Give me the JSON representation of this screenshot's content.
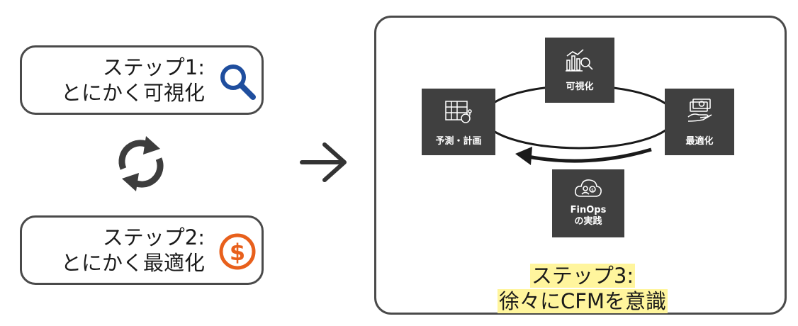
{
  "step1": {
    "line1": "ステップ1:",
    "line2": "とにかく可視化",
    "icon": "magnifier-icon",
    "color": "#1f4e9e"
  },
  "step2": {
    "line1": "ステップ2:",
    "line2": "とにかく最適化",
    "icon": "dollar-coin-icon",
    "color": "#e8601c"
  },
  "cycle_icon": "refresh-cycle-icon",
  "arrow_icon": "right-arrow-icon",
  "cycle": {
    "visualize": {
      "label": "可視化",
      "icon": "chart-search-icon"
    },
    "optimize": {
      "label": "最適化",
      "icon": "money-hand-icon"
    },
    "forecast": {
      "label": "予測・計画",
      "icon": "blueprint-icon"
    },
    "finops": {
      "label": "FinOps\nの実践",
      "icon": "cloud-people-icon"
    }
  },
  "step3": {
    "line1": "ステップ3:",
    "line2": "徐々にCFMを意識"
  },
  "colors": {
    "node_bg": "#404040",
    "border": "#4a4a4a",
    "highlight": "#fff59d"
  }
}
